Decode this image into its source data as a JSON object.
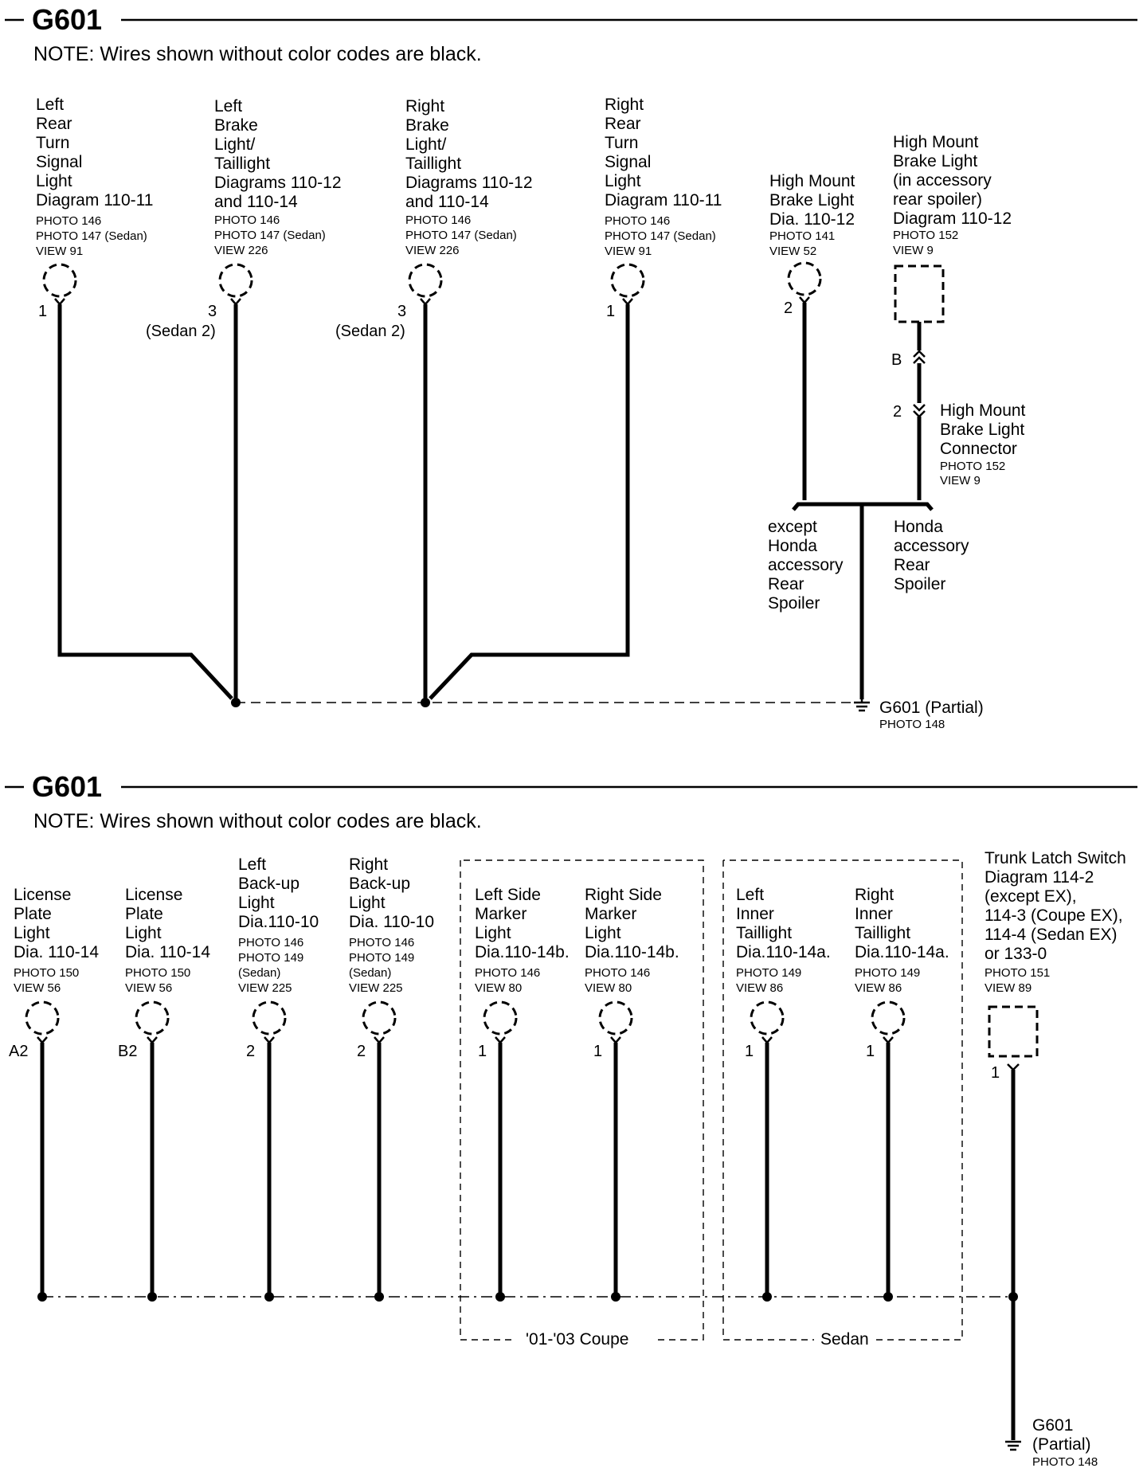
{
  "top": {
    "header": "G601",
    "note": "NOTE: Wires shown without color codes are black.",
    "comps": [
      {
        "lines": [
          "Left",
          "Rear",
          "Turn",
          "Signal",
          "Light",
          "Diagram 110-11"
        ],
        "refs": [
          "PHOTO 146",
          "PHOTO 147 (Sedan)",
          "VIEW 91"
        ],
        "pin": "1",
        "pin2": ""
      },
      {
        "lines": [
          "Left",
          "Brake",
          "Light/",
          "Taillight",
          "Diagrams 110-12",
          "and 110-14"
        ],
        "refs": [
          "PHOTO 146",
          "PHOTO 147 (Sedan)",
          "VIEW 226"
        ],
        "pin": "3",
        "pin2": "(Sedan 2)"
      },
      {
        "lines": [
          "Right",
          "Brake",
          "Light/",
          "Taillight",
          "Diagrams 110-12",
          "and 110-14"
        ],
        "refs": [
          "PHOTO 146",
          "PHOTO 147 (Sedan)",
          "VIEW 226"
        ],
        "pin": "3",
        "pin2": "(Sedan 2)"
      },
      {
        "lines": [
          "Right",
          "Rear",
          "Turn",
          "Signal",
          "Light",
          "Diagram 110-11"
        ],
        "refs": [
          "PHOTO 146",
          "PHOTO 147 (Sedan)",
          "VIEW 91"
        ],
        "pin": "1",
        "pin2": ""
      },
      {
        "lines": [
          "High Mount",
          "Brake Light",
          "Dia. 110-12"
        ],
        "refs": [
          "PHOTO 141",
          "VIEW 52"
        ],
        "pin": "2",
        "pin2": ""
      },
      {
        "lines": [
          "High Mount",
          "Brake Light",
          "(in accessory",
          "rear spoiler)",
          "Diagram 110-12"
        ],
        "refs": [
          "PHOTO 152",
          "VIEW 9"
        ],
        "pin": "",
        "pin2": ""
      }
    ],
    "hm_connector": {
      "pin_b": "B",
      "pin_2": "2",
      "lines": [
        "High Mount",
        "Brake Light",
        "Connector"
      ],
      "refs": [
        "PHOTO 152",
        "VIEW 9"
      ]
    },
    "branch_left": [
      "except",
      "Honda",
      "accessory",
      "Rear",
      "Spoiler"
    ],
    "branch_right": [
      "Honda",
      "accessory",
      "Rear",
      "Spoiler"
    ],
    "ground": {
      "label": "G601 (Partial)",
      "ref": "PHOTO 148"
    }
  },
  "bottom": {
    "header": "G601",
    "note": "NOTE: Wires shown without color codes are black.",
    "comps": [
      {
        "lines": [
          "License",
          "Plate",
          "Light",
          "Dia. 110-14"
        ],
        "refs": [
          "PHOTO 150",
          "VIEW 56"
        ],
        "pin": "A2"
      },
      {
        "lines": [
          "License",
          "Plate",
          "Light",
          "Dia. 110-14"
        ],
        "refs": [
          "PHOTO 150",
          "VIEW 56"
        ],
        "pin": "B2"
      },
      {
        "lines": [
          "Left",
          "Back-up",
          "Light",
          "Dia.110-10"
        ],
        "refs": [
          "PHOTO 146",
          "PHOTO 149",
          "(Sedan)",
          "VIEW 225"
        ],
        "pin": "2"
      },
      {
        "lines": [
          "Right",
          "Back-up",
          "Light",
          "Dia. 110-10"
        ],
        "refs": [
          "PHOTO 146",
          "PHOTO 149",
          "(Sedan)",
          "VIEW 225"
        ],
        "pin": "2"
      },
      {
        "lines": [
          "Left Side",
          "Marker",
          "Light",
          "Dia.110-14b."
        ],
        "refs": [
          "PHOTO 146",
          "VIEW 80"
        ],
        "pin": "1"
      },
      {
        "lines": [
          "Right Side",
          "Marker",
          "Light",
          "Dia.110-14b."
        ],
        "refs": [
          "PHOTO 146",
          "VIEW 80"
        ],
        "pin": "1"
      },
      {
        "lines": [
          "Left",
          "Inner",
          "Taillight",
          "Dia.110-14a."
        ],
        "refs": [
          "PHOTO 149",
          "VIEW 86"
        ],
        "pin": "1"
      },
      {
        "lines": [
          "Right",
          "Inner",
          "Taillight",
          "Dia.110-14a."
        ],
        "refs": [
          "PHOTO 149",
          "VIEW 86"
        ],
        "pin": "1"
      },
      {
        "lines": [
          "Trunk Latch Switch",
          "Diagram 114-2",
          "(except EX),",
          "114-3 (Coupe EX),",
          "114-4 (Sedan EX)",
          "or 133-0"
        ],
        "refs": [
          "PHOTO 151",
          "VIEW 89"
        ],
        "pin": "1"
      }
    ],
    "groups": [
      "'01-'03 Coupe",
      "Sedan"
    ],
    "ground": {
      "lines": [
        "G601",
        "(Partial)"
      ],
      "ref": "PHOTO 148"
    }
  }
}
